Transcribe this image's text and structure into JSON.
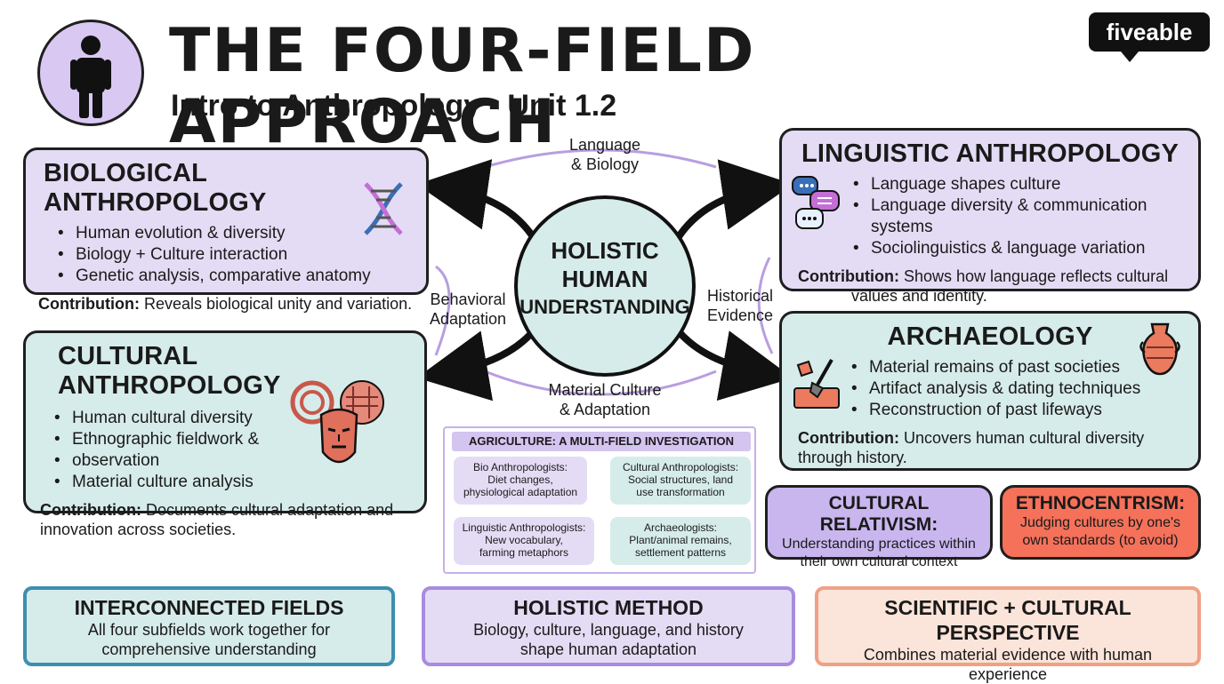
{
  "header": {
    "title": "THE FOUR-FIELD APPROACH",
    "subtitle": "Intro to Anthropology - Unit 1.2",
    "logo": "fiveable"
  },
  "center": {
    "label_line1": "HOLISTIC",
    "label_line2": "HUMAN",
    "label_line3": "UNDERSTANDING"
  },
  "connectors": {
    "top": [
      "Language",
      "& Biology"
    ],
    "left": [
      "Behavioral",
      "Adaptation"
    ],
    "right": [
      "Historical",
      "Evidence"
    ],
    "bottom": [
      "Material Culture",
      "& Adaptation"
    ]
  },
  "biological": {
    "title": "BIOLOGICAL ANTHROPOLOGY",
    "bullets": [
      "Human evolution & diversity",
      "Biology + Culture interaction",
      "Genetic analysis, comparative anatomy"
    ],
    "contribution_label": "Contribution:",
    "contribution_text": "Reveals biological unity and variation.",
    "icon": "dna-icon"
  },
  "linguistic": {
    "title": "LINGUISTIC ANTHROPOLOGY",
    "bullets": [
      "Language shapes culture",
      "Language diversity & communication systems",
      "Sociolinguistics & language variation"
    ],
    "contribution_label": "Contribution:",
    "contribution_text_1": "Shows how language reflects cultural",
    "contribution_text_2": "values and identity.",
    "icon": "speech-bubbles-icon"
  },
  "cultural": {
    "title": "CULTURAL ANTHROPOLOGY",
    "bullets": [
      "Human cultural diversity",
      "Ethnographic fieldwork &",
      "observation",
      "Material culture analysis"
    ],
    "contribution_label": "Contribution:",
    "contribution_text_1": "Documents cultural adaptation and",
    "contribution_text_2": "innovation across societies.",
    "icon": "mask-icon"
  },
  "archaeology": {
    "title": "ARCHAEOLOGY",
    "bullets": [
      "Material remains of past societies",
      "Artifact analysis & dating techniques",
      "Reconstruction of past lifeways"
    ],
    "contribution_label": "Contribution:",
    "contribution_text_1": "Uncovers human cultural diversity",
    "contribution_text_2": "through history.",
    "icon": "vase-icon"
  },
  "agriculture": {
    "title": "AGRICULTURE: A MULTI-FIELD INVESTIGATION",
    "cells": [
      {
        "head": "Bio Anthropologists:",
        "l1": "Diet changes,",
        "l2": "physiological adaptation"
      },
      {
        "head": "Cultural Anthropologists:",
        "l1": "Social structures, land",
        "l2": "use transformation"
      },
      {
        "head": "Linguistic Anthropologists:",
        "l1": "New vocabulary,",
        "l2": "farming metaphors"
      },
      {
        "head": "Archaeologists:",
        "l1": "Plant/animal remains,",
        "l2": "settlement patterns"
      }
    ]
  },
  "relativism": {
    "title": "CULTURAL RELATIVISM:",
    "l1": "Understanding practices within",
    "l2": "their own cultural context"
  },
  "ethnocentrism": {
    "title": "ETHNOCENTRISM:",
    "l1": "Judging cultures by one's",
    "l2": "own standards (to avoid)"
  },
  "footer": [
    {
      "title": "INTERCONNECTED FIELDS",
      "l1": "All four subfields work together for",
      "l2": "comprehensive understanding"
    },
    {
      "title": "HOLISTIC METHOD",
      "l1": "Biology, culture, language, and history",
      "l2": "shape human adaptation"
    },
    {
      "title": "SCIENTIFIC + CULTURAL PERSPECTIVE",
      "l1": "Combines material evidence with human",
      "l2": "experience"
    }
  ],
  "colors": {
    "purple": "#e4dcf5",
    "teal": "#d6ecea",
    "orange": "#f5715a",
    "peach": "#fbe4d9",
    "avatar": "#d8c8f2"
  }
}
